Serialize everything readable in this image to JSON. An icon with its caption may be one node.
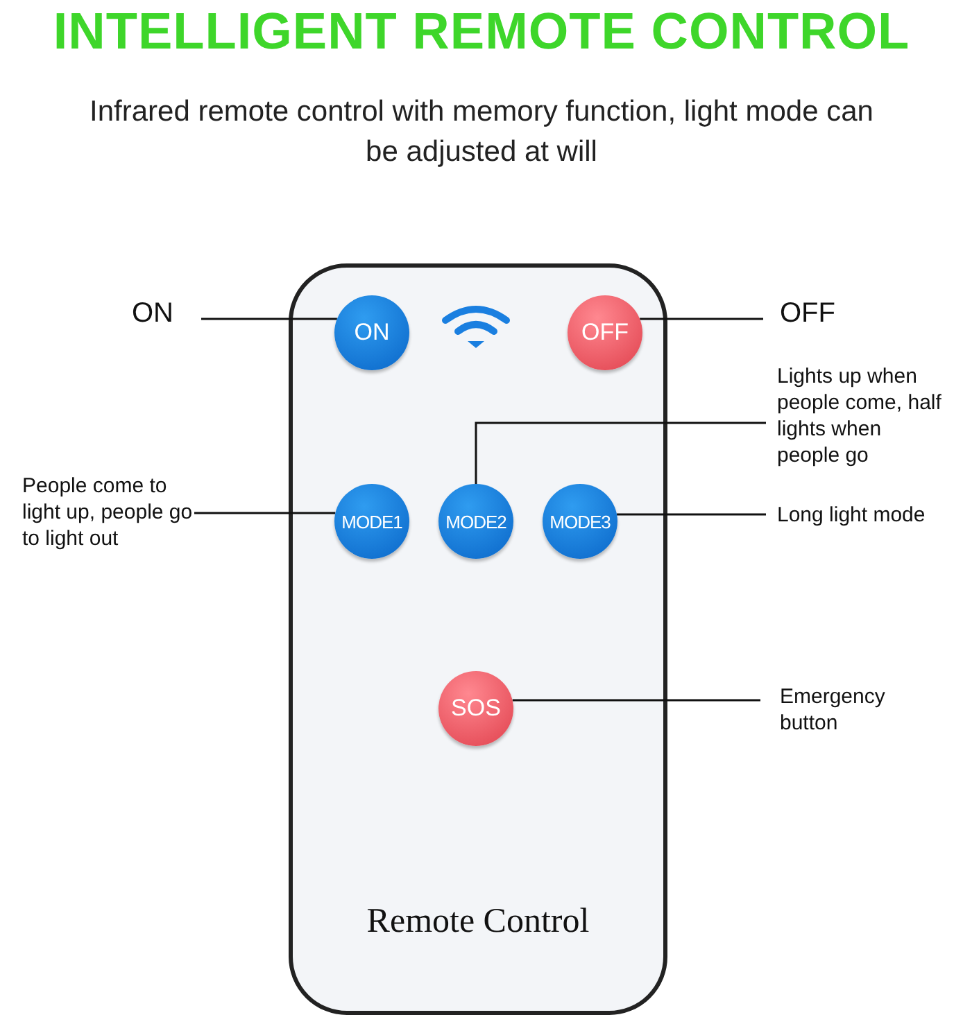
{
  "diagram": {
    "title": "INTELLIGENT REMOTE CONTROL",
    "nodes": [
      {
        "text": [
          "Remote Control"
        ]
      },
      {
        "text": [
          "ON"
        ],
        "in": 0
      },
      {
        "text": [
          "OFF"
        ],
        "in": 0
      },
      {
        "text": [
          "MODE1"
        ],
        "in": 0
      },
      {
        "text": [
          "MODE2"
        ],
        "in": 0
      },
      {
        "text": [
          "MODE3"
        ],
        "in": 0
      },
      {
        "text": [
          "SOS"
        ],
        "in": 0
      },
      {
        "text": [
          "ON"
        ]
      },
      {
        "text": [
          "OFF"
        ]
      },
      {
        "text": [
          "Lights up when people come, half lights when people go"
        ]
      },
      {
        "text": [
          "People come to light up, people go to light out"
        ]
      },
      {
        "text": [
          "Long light mode"
        ]
      },
      {
        "text": [
          "Emergency button"
        ]
      }
    ],
    "edges": [
      {
        "from": 7,
        "to": 1,
        "arrow": "none"
      },
      {
        "from": 8,
        "to": 2,
        "arrow": "none"
      },
      {
        "from": 9,
        "to": 4,
        "arrow": "none"
      },
      {
        "from": 10,
        "to": 3,
        "arrow": "none"
      },
      {
        "from": 11,
        "to": 5,
        "arrow": "none"
      },
      {
        "from": 12,
        "to": 6,
        "arrow": "none"
      }
    ],
    "labels": [
      "Infrared remote control with memory function, light mode can be adjusted at will"
    ]
  }
}
